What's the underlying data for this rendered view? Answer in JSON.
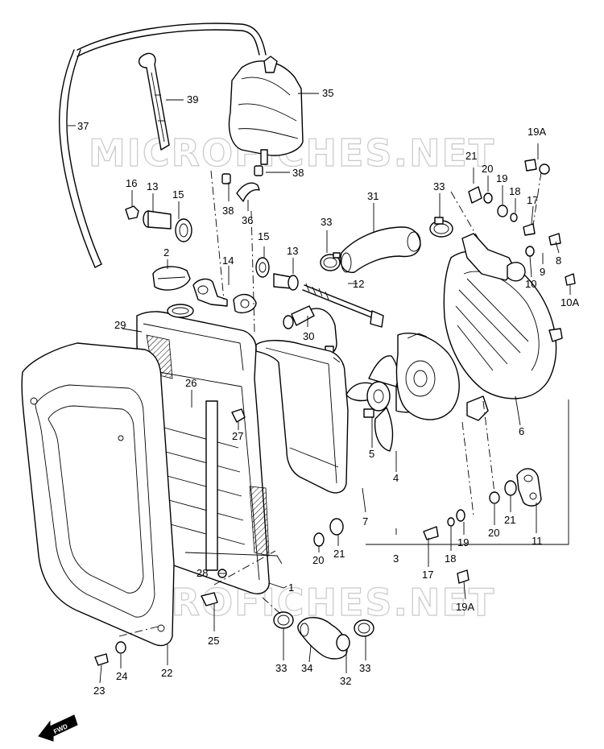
{
  "watermark": "MICROFICHES.NET",
  "fwd_label": "FWD",
  "parts": [
    {
      "id": "p37",
      "label": "37"
    },
    {
      "id": "p39",
      "label": "39"
    },
    {
      "id": "p35",
      "label": "35"
    },
    {
      "id": "p38a",
      "label": "38"
    },
    {
      "id": "p38b",
      "label": "38"
    },
    {
      "id": "p36",
      "label": "36"
    },
    {
      "id": "p16",
      "label": "16"
    },
    {
      "id": "p13a",
      "label": "13"
    },
    {
      "id": "p15a",
      "label": "15"
    },
    {
      "id": "p2",
      "label": "2"
    },
    {
      "id": "p14",
      "label": "14"
    },
    {
      "id": "p15b",
      "label": "15"
    },
    {
      "id": "p13b",
      "label": "13"
    },
    {
      "id": "p33a",
      "label": "33"
    },
    {
      "id": "p31",
      "label": "31"
    },
    {
      "id": "p33b",
      "label": "33"
    },
    {
      "id": "p12",
      "label": "12"
    },
    {
      "id": "p30",
      "label": "30"
    },
    {
      "id": "p29",
      "label": "29"
    },
    {
      "id": "p26",
      "label": "26"
    },
    {
      "id": "p27",
      "label": "27"
    },
    {
      "id": "p5",
      "label": "5"
    },
    {
      "id": "p4",
      "label": "4"
    },
    {
      "id": "p6",
      "label": "6"
    },
    {
      "id": "p7",
      "label": "7"
    },
    {
      "id": "p3",
      "label": "3"
    },
    {
      "id": "p21a",
      "label": "21"
    },
    {
      "id": "p20a",
      "label": "20"
    },
    {
      "id": "p19a",
      "label": "19"
    },
    {
      "id": "p18a",
      "label": "18"
    },
    {
      "id": "p17a",
      "label": "17"
    },
    {
      "id": "p19Aa",
      "label": "19A"
    },
    {
      "id": "p8",
      "label": "8"
    },
    {
      "id": "p9",
      "label": "9"
    },
    {
      "id": "p10",
      "label": "10"
    },
    {
      "id": "p10A",
      "label": "10A"
    },
    {
      "id": "p21b",
      "label": "21"
    },
    {
      "id": "p20b",
      "label": "20"
    },
    {
      "id": "p11",
      "label": "11"
    },
    {
      "id": "p19b",
      "label": "19"
    },
    {
      "id": "p18b",
      "label": "18"
    },
    {
      "id": "p17b",
      "label": "17"
    },
    {
      "id": "p19Ab",
      "label": "19A"
    },
    {
      "id": "p20c",
      "label": "20"
    },
    {
      "id": "p21c",
      "label": "21"
    },
    {
      "id": "p1",
      "label": "1"
    },
    {
      "id": "p28",
      "label": "28"
    },
    {
      "id": "p25",
      "label": "25"
    },
    {
      "id": "p33c",
      "label": "33"
    },
    {
      "id": "p34",
      "label": "34"
    },
    {
      "id": "p32",
      "label": "32"
    },
    {
      "id": "p33d",
      "label": "33"
    },
    {
      "id": "p22",
      "label": "22"
    },
    {
      "id": "p24",
      "label": "24"
    },
    {
      "id": "p23",
      "label": "23"
    }
  ]
}
